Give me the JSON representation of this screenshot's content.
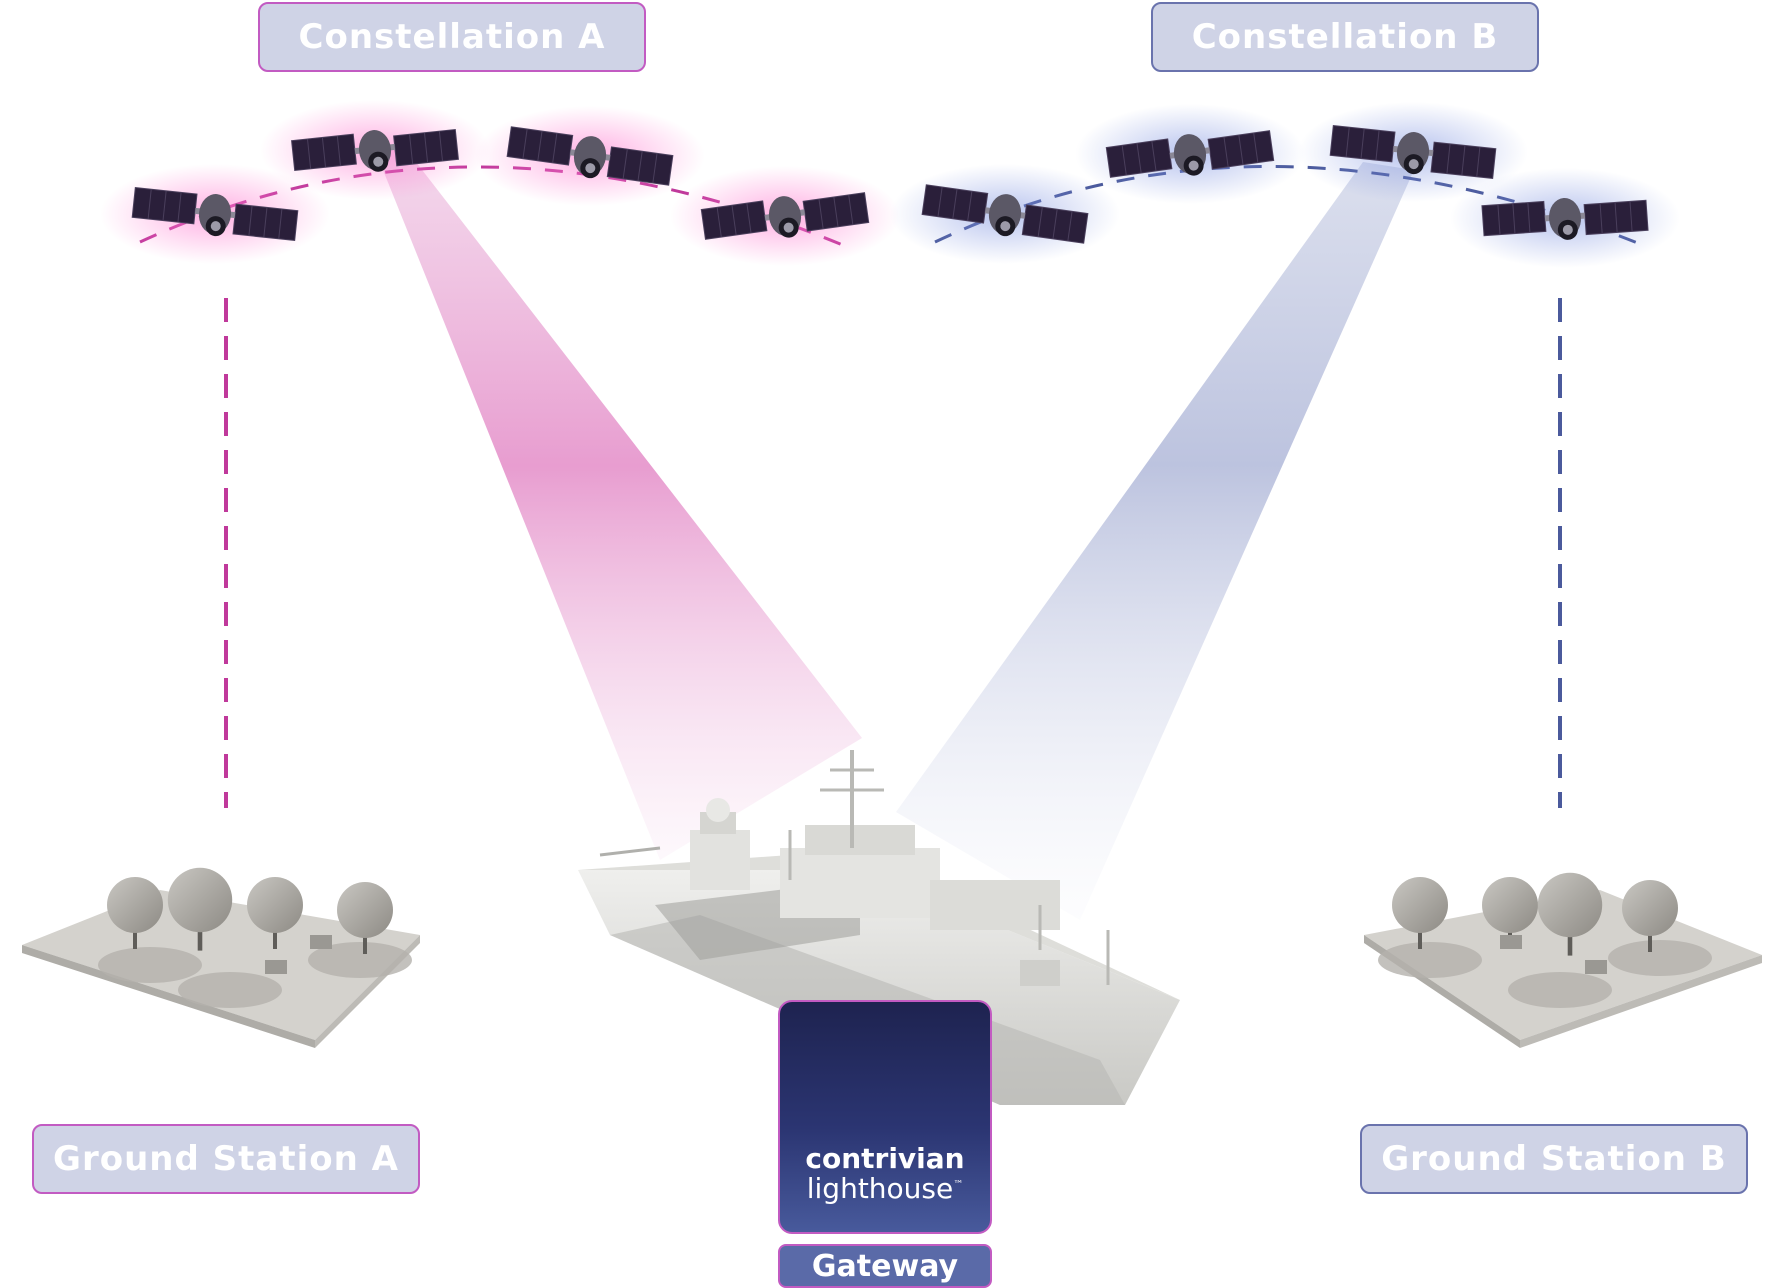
{
  "labels": {
    "constellation_a": "Constellation A",
    "constellation_b": "Constellation B",
    "ground_station_a": "Ground Station A",
    "ground_station_b": "Ground Station B",
    "gateway": "Gateway"
  },
  "brand": {
    "line1": "contrivian",
    "line2": "lighthouse",
    "trademark": "™"
  },
  "colors": {
    "constellation_a": "#c0399b",
    "constellation_b": "#4b5a9c",
    "label_fill": "#cfd3e6",
    "gateway_dark": "#1e2350"
  },
  "icons": {
    "satellite": "satellite-icon",
    "ship": "ship-icon",
    "ground_station": "radome-icon",
    "brand_logo": "chevron-stack-icon"
  }
}
